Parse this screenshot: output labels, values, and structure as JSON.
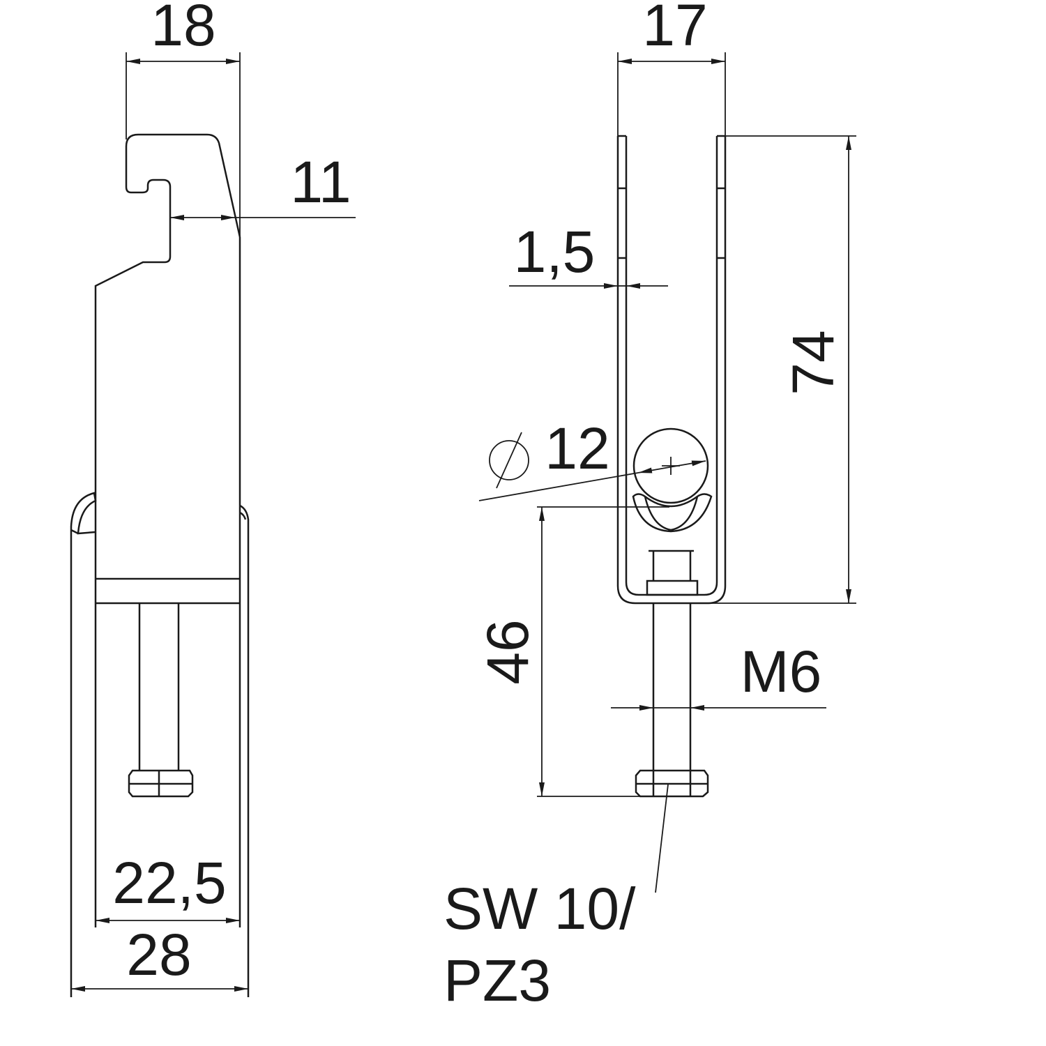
{
  "drawing": {
    "side_view": {
      "dim_top_width": "18",
      "dim_hook_depth": "11",
      "dim_inner_width": "22,5",
      "dim_outer_width": "28"
    },
    "front_view": {
      "dim_top_width": "17",
      "dim_thickness": "1,5",
      "dim_height": "74",
      "dim_diameter_symbol": "⌀",
      "dim_diameter": "12",
      "dim_bolt_length": "46",
      "dim_thread": "M6",
      "drive_note_line1": "SW 10/",
      "drive_note_line2": "PZ3"
    }
  }
}
